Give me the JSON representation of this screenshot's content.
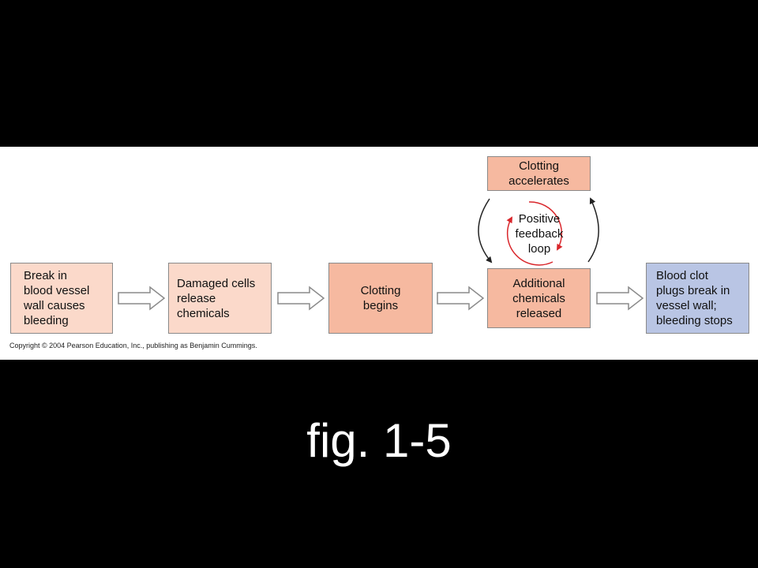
{
  "colors": {
    "step_fill_light": "#fbd9ca",
    "step_fill_medium": "#f6b9a0",
    "result_fill": "#b9c5e4",
    "loop_red": "#d9262b",
    "arrow_outline": "#8a8a8a"
  },
  "diagram": {
    "steps": [
      {
        "id": "break",
        "label": "Break in\nblood vessel\nwall causes\nbleeding"
      },
      {
        "id": "damaged",
        "label": "Damaged cells\nrelease\nchemicals"
      },
      {
        "id": "clotting-begins",
        "label": "Clotting\nbegins"
      },
      {
        "id": "additional",
        "label": "Additional\nchemicals\nreleased"
      },
      {
        "id": "result",
        "label": "Blood clot\nplugs break in\nvessel wall;\nbleeding stops"
      }
    ],
    "accelerates_label": "Clotting\naccelerates",
    "loop_label": "Positive\nfeedback\nloop",
    "copyright": "Copyright © 2004 Pearson Education, Inc., publishing as Benjamin Cummings."
  },
  "caption": "fig. 1-5"
}
